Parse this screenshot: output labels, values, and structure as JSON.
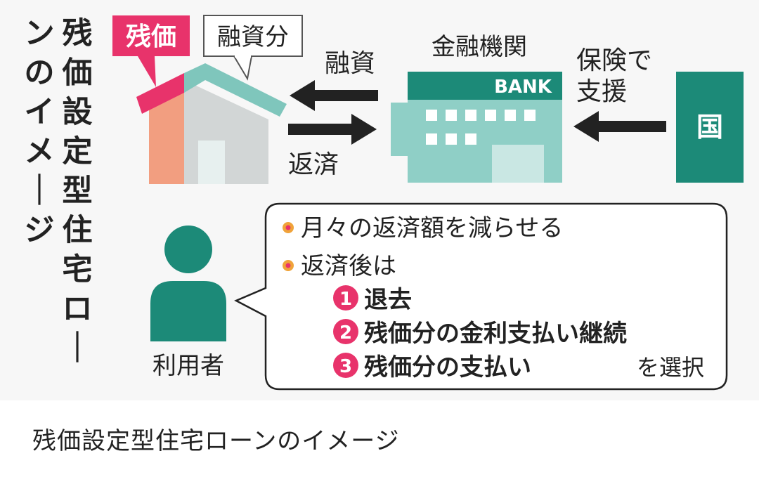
{
  "title": "残価設定型住宅ローンのイメージ",
  "caption": "残価設定型住宅ローンのイメージ",
  "labels": {
    "residual": "残価",
    "financed_part": "融資分",
    "loan": "融資",
    "repayment": "返済",
    "institution": "金融機関",
    "bank_sign": "BANK",
    "insurance": "保険で",
    "support": "支援",
    "government": "国",
    "user": "利用者"
  },
  "bubble": {
    "bullet1": "月々の返済額を減らせる",
    "bullet2": "返済後は",
    "options": [
      {
        "num": "1",
        "text": "退去"
      },
      {
        "num": "2",
        "text": "残価分の金利支払い継続"
      },
      {
        "num": "3",
        "text": "残価分の支払い"
      }
    ],
    "choose": "を選択"
  },
  "colors": {
    "accent": "#e8336b",
    "teal": "#1c8a78",
    "teal_light": "#7fc6bc",
    "house_salmon": "#f29e80",
    "house_gray": "#d2d6d6",
    "bank_body": "#8fcfc6",
    "dark": "#222222",
    "bullet": "#f0a33a"
  }
}
